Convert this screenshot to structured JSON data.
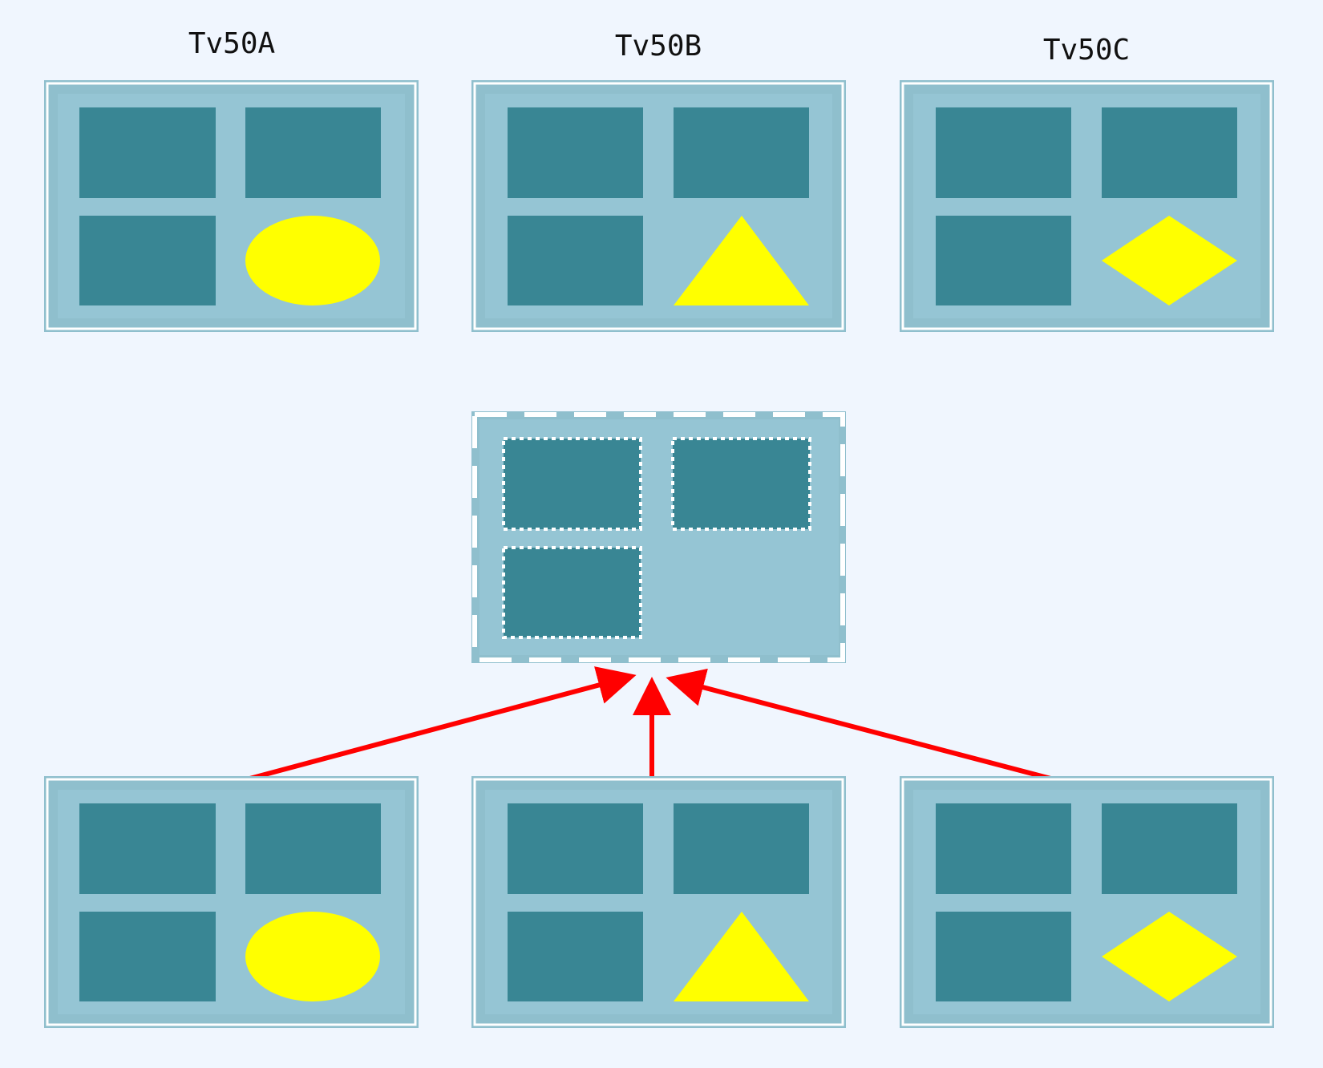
{
  "labels": {
    "a": "Tv50A",
    "b": "Tv50B",
    "c": "Tv50C"
  },
  "colors": {
    "background": "#f0f6fe",
    "panel_outer": "#8fbfcd",
    "panel_inner": "#95c5d4",
    "tile": "#398694",
    "shape": "#ffff00",
    "arrow": "#ff0000",
    "outline": "#ffffff"
  },
  "shapes": {
    "a": "ellipse",
    "b": "triangle",
    "c": "diamond"
  }
}
